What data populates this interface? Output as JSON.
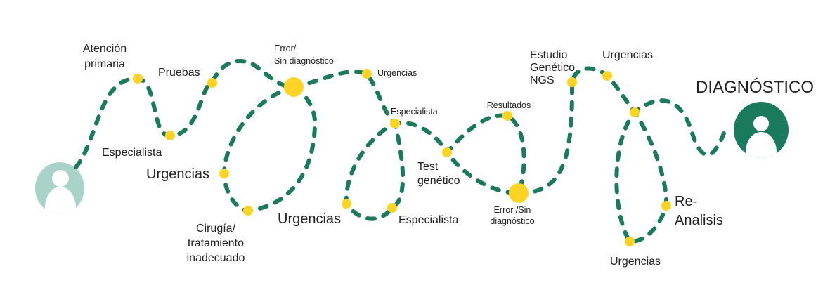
{
  "title": "DIAGNÓSTICO",
  "colors": {
    "path": "#1b7a5c",
    "dot": "#fdd426",
    "patient_start": "#a9d3c9",
    "patient_end": "#1a7a5e"
  },
  "labels": {
    "atencion_1": "Atención",
    "atencion_2": "primaria",
    "especialista_1": "Especialista",
    "pruebas": "Pruebas",
    "error1_1": "Error/",
    "error1_2": "Sin diagnóstico",
    "urgencias_top": "Urgencias",
    "urgencias_left": "Urgencias",
    "cirugia_1": "Cirugía/",
    "cirugia_2": "tratamiento",
    "cirugia_3": "inadecuado",
    "urgencias_bottom": "Urgencias",
    "especialista_mid": "Especialista",
    "especialista_bottom": "Especialista",
    "test_1": "Test",
    "test_2": "genético",
    "resultados": "Resultados",
    "error2_1": "Error /Sin",
    "error2_2": "diagnóstico",
    "ngs_1": "Estudio",
    "ngs_2": "Genético",
    "ngs_3": "NGS",
    "urgencias_right_top": "Urgencias",
    "reanalisis_1": "Re-",
    "reanalisis_2": "Analisis",
    "urgencias_right_bottom": "Urgencias"
  }
}
